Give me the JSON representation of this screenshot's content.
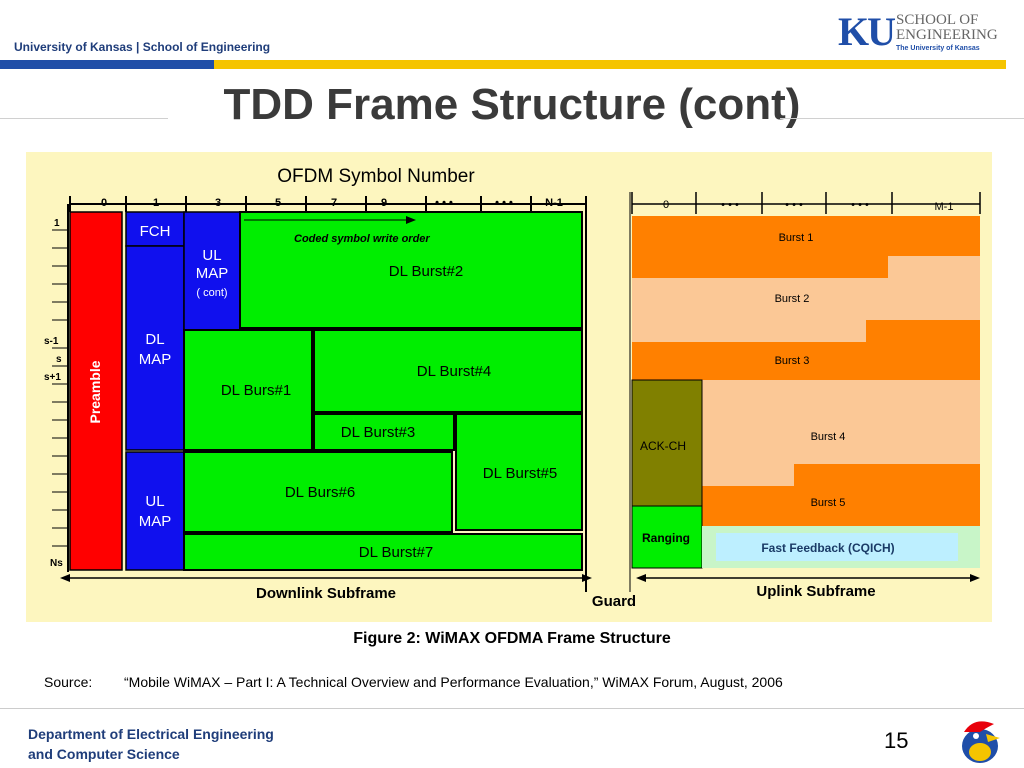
{
  "header": {
    "university_text": "University of Kansas | School of Engineering",
    "logo": {
      "letters": "KU",
      "line1": "SCHOOL OF",
      "line2": "ENGINEERING",
      "line3": "The University of Kansas"
    },
    "colors": {
      "blue": "#1f4ea8",
      "yellow": "#f5c400"
    }
  },
  "slide": {
    "title": "TDD Frame Structure (cont)"
  },
  "diagram": {
    "background": "#fdf6bf",
    "downlink": {
      "header_label": "OFDM Symbol Number",
      "symbol_ticks": [
        "0",
        "1",
        "3",
        "5",
        "7",
        "9",
        "• • •",
        "• • •",
        "N-1"
      ],
      "row_labels": [
        "1",
        "s-1",
        "s",
        "s+1",
        "Ns"
      ],
      "write_order_label": "Coded symbol write order",
      "blocks": {
        "preamble": "Preamble",
        "fch": "FCH",
        "ul_map_cont": [
          "UL",
          "MAP",
          "( cont)"
        ],
        "dl_map": [
          "DL",
          "MAP"
        ],
        "ul_map": [
          "UL",
          "MAP"
        ],
        "dl_burst_2": "DL Burst#2",
        "dl_burst_1": "DL Burs#1",
        "dl_burst_4": "DL Burst#4",
        "dl_burst_3": "DL Burst#3",
        "dl_burst_5": "DL Burst#5",
        "dl_burst_6": "DL Burs#6",
        "dl_burst_7": "DL Burst#7"
      },
      "subframe_label": "Downlink Subframe"
    },
    "guard_label": "Guard",
    "uplink": {
      "symbol_ticks": [
        "0",
        "• • •",
        "• • •",
        "• • •",
        "M-1"
      ],
      "bursts": [
        "Burst 1",
        "Burst 2",
        "Burst 3",
        "Burst 4",
        "Burst 5"
      ],
      "ack_ch": "ACK-CH",
      "ranging": "Ranging",
      "fast_feedback": "Fast Feedback (CQICH)",
      "subframe_label": "Uplink Subframe"
    },
    "colors": {
      "preamble": "#ff0000",
      "map": "#1010ee",
      "dl_burst": "#00ee00",
      "burst_dark": "#ff8000",
      "burst_light": "#fbc896",
      "ack_ch": "#808000",
      "ranging": "#00ee00",
      "fast_feedback": "#c8f5c8"
    }
  },
  "figure_caption": "Figure 2: WiMAX OFDMA  Frame Structure",
  "source": {
    "label": "Source:",
    "text": "“Mobile WiMAX – Part I: A Technical Overview and Performance  Evaluation,” WiMAX Forum, August, 2006"
  },
  "footer": {
    "department_line1": "Department of Electrical Engineering",
    "department_line2": "and Computer Science",
    "page_number": "15"
  }
}
